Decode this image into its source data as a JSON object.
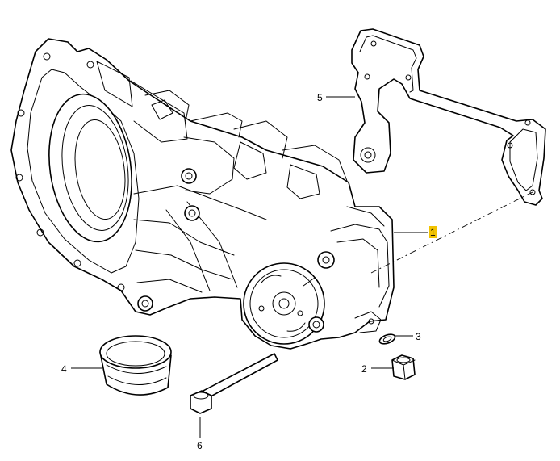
{
  "callouts": [
    {
      "id": "1",
      "label": "1",
      "highlight": true
    },
    {
      "id": "2",
      "label": "2"
    },
    {
      "id": "3",
      "label": "3"
    },
    {
      "id": "4",
      "label": "4"
    },
    {
      "id": "5",
      "label": "5"
    },
    {
      "id": "6",
      "label": "6"
    }
  ],
  "colors": {
    "highlight": "#f2c300",
    "line": "#000000",
    "background": "#ffffff"
  }
}
